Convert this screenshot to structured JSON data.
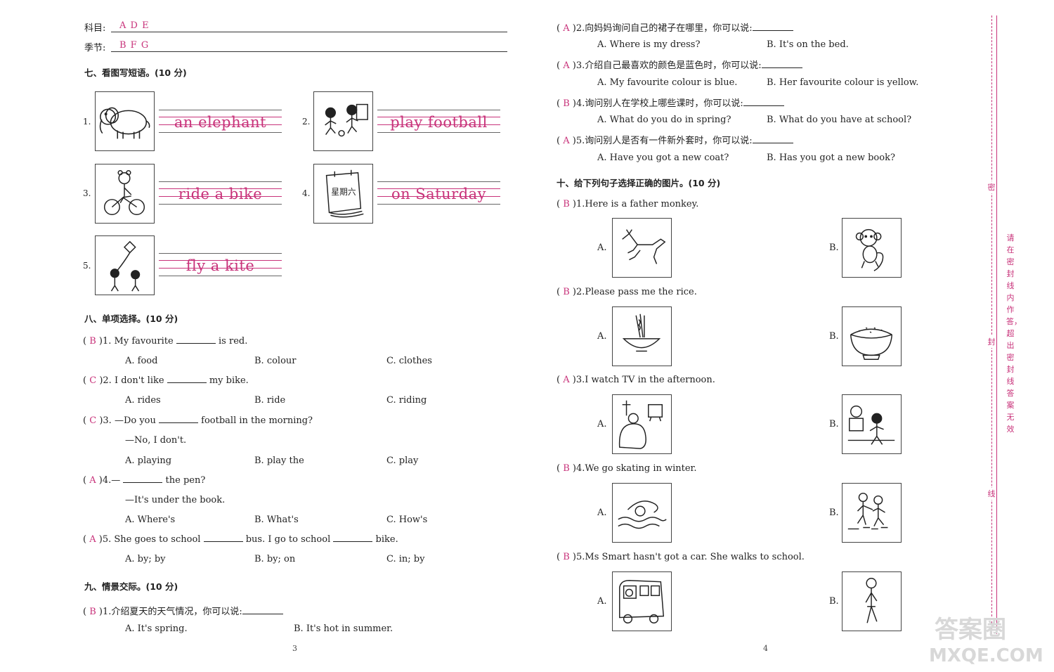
{
  "header": {
    "subject_label": "科目:",
    "subject_value": "A D E",
    "season_label": "季节:",
    "season_value": "B F G"
  },
  "section7": {
    "title": "七、看图写短语。(10 分)",
    "items": [
      {
        "num": "1.",
        "answer": "an elephant",
        "picture": "elephant-icon"
      },
      {
        "num": "2.",
        "answer": "play football",
        "picture": "football-kids-icon"
      },
      {
        "num": "3.",
        "answer": "ride a bike",
        "picture": "bike-rider-icon"
      },
      {
        "num": "4.",
        "answer": "on Saturday",
        "picture": "calendar-icon",
        "calendar_text": "星期六"
      },
      {
        "num": "5.",
        "answer": "fly a kite",
        "picture": "kite-kids-icon"
      }
    ]
  },
  "section8": {
    "title": "八、单项选择。(10 分)",
    "questions": [
      {
        "answer": "B",
        "num": ")1.",
        "pre": "My favourite",
        "post": "is red.",
        "options": [
          "A. food",
          "B. colour",
          "C. clothes"
        ]
      },
      {
        "answer": "C",
        "num": ")2.",
        "pre": "I don't like",
        "post": "my bike.",
        "options": [
          "A. rides",
          "B. ride",
          "C. riding"
        ]
      },
      {
        "answer": "C",
        "num": ")3.",
        "pre": "—Do you",
        "post": "football in the morning?",
        "reply": "—No, I don't.",
        "options": [
          "A. playing",
          "B. play the",
          "C. play"
        ]
      },
      {
        "answer": "A",
        "num": ")4.",
        "pre": "—",
        "post": "the pen?",
        "reply": "—It's under the book.",
        "options": [
          "A. Where's",
          "B. What's",
          "C. How's"
        ]
      },
      {
        "answer": "A",
        "num": ")5.",
        "pre": "She goes to school",
        "mid": "bus. I go to school",
        "post": "bike.",
        "options": [
          "A. by; by",
          "B. by; on",
          "C. in; by"
        ]
      }
    ]
  },
  "section9": {
    "title": "九、情景交际。(10 分)",
    "questions": [
      {
        "answer": "B",
        "num": ")1.",
        "text": "介绍夏天的天气情况，你可以说:",
        "options": [
          "A. It's spring.",
          "B. It's hot in summer."
        ]
      },
      {
        "answer": "A",
        "num": ")2.",
        "text": "向妈妈询问自己的裙子在哪里，你可以说:",
        "options": [
          "A. Where is my dress?",
          "B. It's on the bed."
        ]
      },
      {
        "answer": "A",
        "num": ")3.",
        "text": "介绍自己最喜欢的颜色是蓝色时，你可以说:",
        "options": [
          "A. My favourite colour is blue.",
          "B. Her favourite colour is yellow."
        ]
      },
      {
        "answer": "B",
        "num": ")4.",
        "text": "询问别人在学校上哪些课时，你可以说:",
        "options": [
          "A. What do you do in spring?",
          "B. What do you have at school?"
        ]
      },
      {
        "answer": "A",
        "num": ")5.",
        "text": "询问别人是否有一件新外套时，你可以说:",
        "options": [
          "A. Have you got a new coat?",
          "B. Has you got a new book?"
        ]
      }
    ]
  },
  "section10": {
    "title": "十、给下列句子选择正确的图片。(10 分)",
    "questions": [
      {
        "answer": "B",
        "num": ")1.",
        "text": "Here is a father monkey.",
        "option_a": "A.",
        "option_b": "B.",
        "pic_a": "horse-icon",
        "pic_b": "monkey-icon"
      },
      {
        "answer": "B",
        "num": ")2.",
        "text": "Please pass me the rice.",
        "option_a": "A.",
        "option_b": "B.",
        "pic_a": "noodles-icon",
        "pic_b": "rice-bowl-icon"
      },
      {
        "answer": "A",
        "num": ")3.",
        "text": "I watch TV in the afternoon.",
        "option_a": "A.",
        "option_b": "B.",
        "pic_a": "watching-tv-icon",
        "pic_b": "boy-football-icon"
      },
      {
        "answer": "B",
        "num": ")4.",
        "text": "We go skating in winter.",
        "option_a": "A.",
        "option_b": "B.",
        "pic_a": "swimming-icon",
        "pic_b": "skating-icon"
      },
      {
        "answer": "B",
        "num": ")5.",
        "text": "Ms Smart hasn't got a car. She walks to school.",
        "option_a": "A.",
        "option_b": "B.",
        "pic_a": "bus-icon",
        "pic_b": "walking-woman-icon"
      }
    ]
  },
  "paren_open": "(",
  "pages": {
    "left": "3",
    "right": "4"
  },
  "margin": {
    "mark_top": "密",
    "mark_mid": "封",
    "mark_bottom": "线",
    "notice": "请在密封线内作答，超出密封线答案无效"
  },
  "watermark": {
    "line1": "答案圈",
    "line2": "MXQE.COM"
  },
  "colors": {
    "answer": "#c8327a",
    "text": "#222222"
  }
}
